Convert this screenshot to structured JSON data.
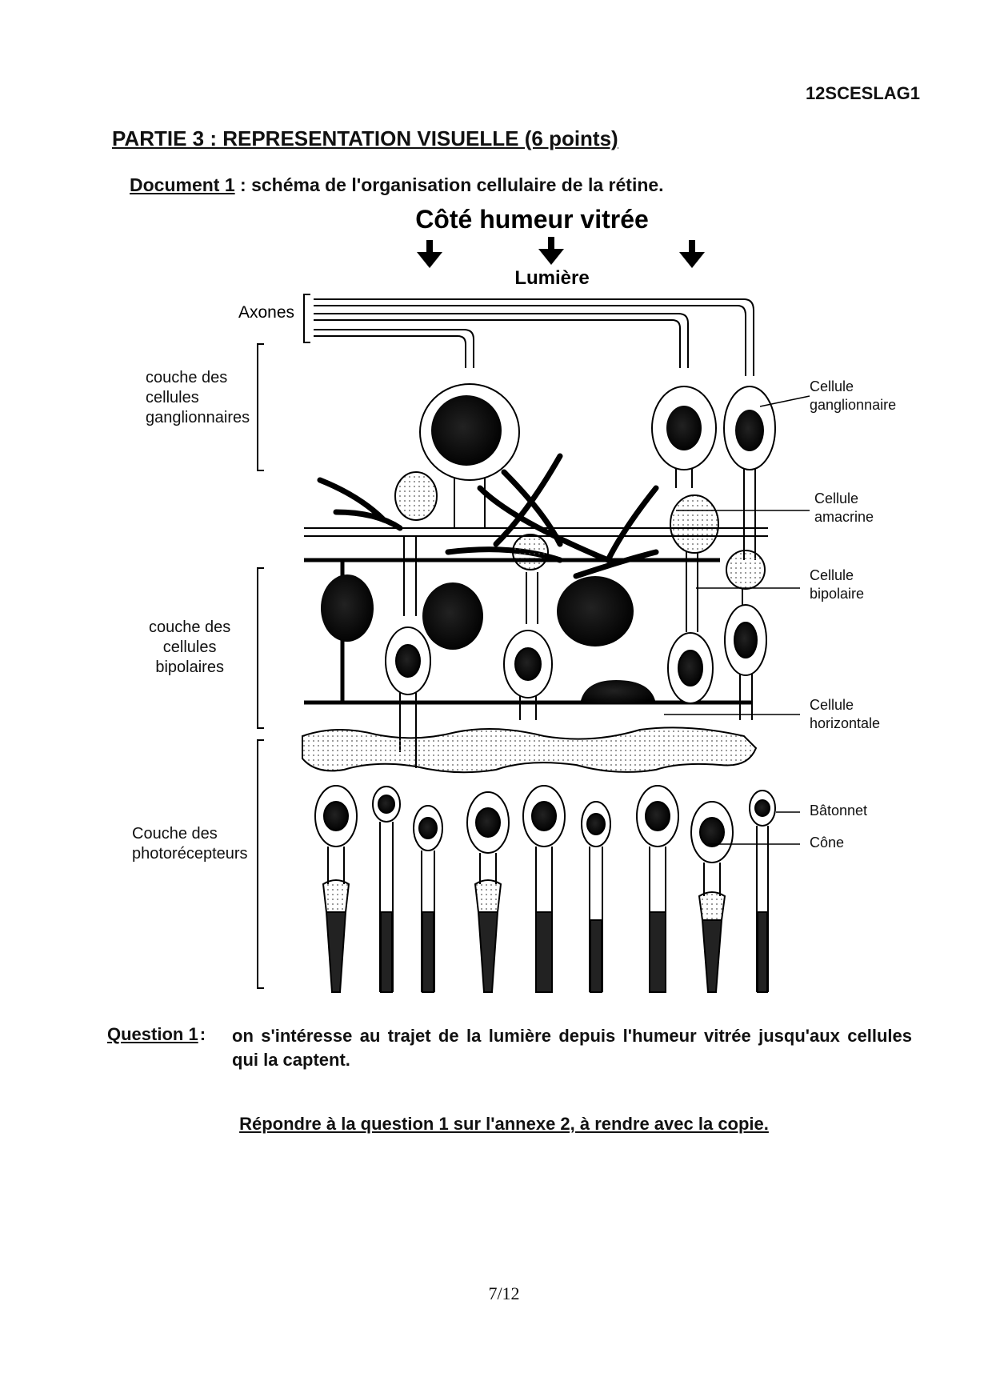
{
  "header": {
    "doc_code": "12SCESLAG1",
    "part_title": "PARTIE 3 : REPRESENTATION VISUELLE (6 points)"
  },
  "document": {
    "label": "Document 1",
    "caption": " : schéma de l'organisation cellulaire de la rétine."
  },
  "diagram": {
    "top_title": "Côté humeur vitrée",
    "light_label": "Lumière",
    "axones_label": "Axones",
    "layers": {
      "ganglion": [
        "couche des",
        "cellules",
        "ganglionnaires"
      ],
      "bipolar": [
        "couche des",
        "cellules",
        "bipolaires"
      ],
      "photo": [
        "Couche des",
        "photorécepteurs"
      ]
    },
    "cell_labels": {
      "ganglion": [
        "Cellule",
        "ganglionnaire"
      ],
      "amacrine": [
        "Cellule",
        "amacrine"
      ],
      "bipolar": [
        "Cellule",
        "bipolaire"
      ],
      "horizontal": [
        "Cellule",
        "horizontale"
      ],
      "rod": "Bâtonnet",
      "cone": "Cône"
    }
  },
  "question": {
    "label": "Question 1",
    "separator": " :",
    "text": "on s'intéresse au trajet de la lumière depuis l'humeur vitrée jusqu'aux cellules qui la captent."
  },
  "instruction": "Répondre à la question 1 sur l'annexe 2, à rendre avec la copie.",
  "page_number": "7/12"
}
